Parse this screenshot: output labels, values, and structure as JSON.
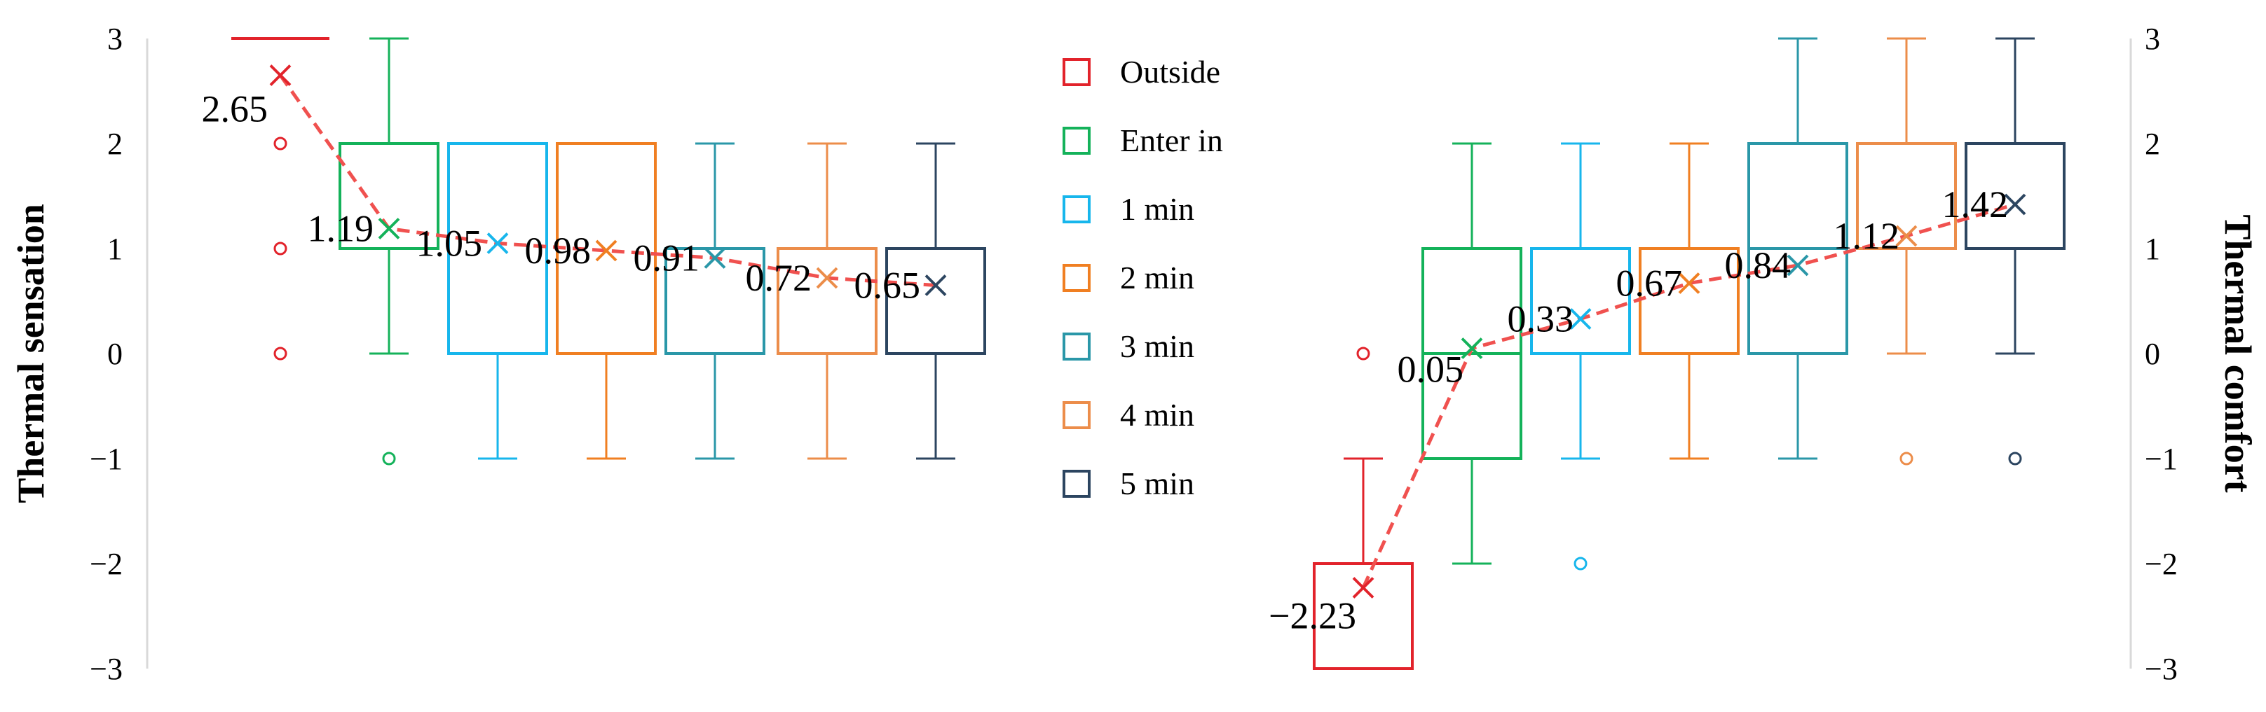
{
  "colors": {
    "Outside": "#e2232b",
    "Enter in": "#14b25a",
    "1 min": "#17b6ec",
    "2 min": "#f07f22",
    "3 min": "#2a97a8",
    "4 min": "#ec8d4a",
    "5 min": "#2c4560",
    "trend": "#f0514f",
    "axis": "#d9d9d9"
  },
  "legend": [
    "Outside",
    "Enter in",
    "1 min",
    "2 min",
    "3 min",
    "4 min",
    "5 min"
  ],
  "chart_data": [
    {
      "type": "box",
      "ylabel": "Thermal sensation",
      "ylim": [
        -3,
        3
      ],
      "y_ticks": [
        "3",
        "2",
        "1",
        "0",
        "−1",
        "−2",
        "−3"
      ],
      "series": [
        {
          "name": "Outside",
          "min": 3,
          "q1": 3,
          "median": 3,
          "q3": 3,
          "max": 3,
          "mean": 2.65,
          "mean_label": "2.65",
          "outliers": [
            2,
            1,
            0
          ]
        },
        {
          "name": "Enter in",
          "min": 0,
          "q1": 1,
          "median": 1,
          "q3": 2,
          "max": 3,
          "mean": 1.19,
          "mean_label": "1.19",
          "outliers": [
            -1
          ]
        },
        {
          "name": "1 min",
          "min": -1,
          "q1": 0,
          "median": 0,
          "q3": 2,
          "max": 2,
          "mean": 1.05,
          "mean_label": "1.05",
          "outliers": []
        },
        {
          "name": "2 min",
          "min": -1,
          "q1": 0,
          "median": 0,
          "q3": 2,
          "max": 2,
          "mean": 0.98,
          "mean_label": "0.98",
          "outliers": []
        },
        {
          "name": "3 min",
          "min": -1,
          "q1": 0,
          "median": 0,
          "q3": 1,
          "max": 2,
          "mean": 0.91,
          "mean_label": "0.91",
          "outliers": []
        },
        {
          "name": "4 min",
          "min": -1,
          "q1": 0,
          "median": 0,
          "q3": 1,
          "max": 2,
          "mean": 0.72,
          "mean_label": "0.72",
          "outliers": []
        },
        {
          "name": "5 min",
          "min": -1,
          "q1": 0,
          "median": 0,
          "q3": 1,
          "max": 2,
          "mean": 0.65,
          "mean_label": "0.65",
          "outliers": []
        }
      ]
    },
    {
      "type": "box",
      "ylabel": "Thermal comfort",
      "ylim": [
        -3,
        3
      ],
      "y_ticks": [
        "3",
        "2",
        "1",
        "0",
        "−1",
        "−2",
        "−3"
      ],
      "series": [
        {
          "name": "Outside",
          "min": -3,
          "q1": -3,
          "median": -3,
          "q3": -2,
          "max": -1,
          "mean": -2.23,
          "mean_label": "−2.23",
          "outliers": [
            0
          ]
        },
        {
          "name": "Enter in",
          "min": -2,
          "q1": -1,
          "median": 0,
          "q3": 1,
          "max": 2,
          "mean": 0.05,
          "mean_label": "0.05",
          "outliers": []
        },
        {
          "name": "1 min",
          "min": -1,
          "q1": 0,
          "median": 0,
          "q3": 1,
          "max": 2,
          "mean": 0.33,
          "mean_label": "0.33",
          "outliers": [
            -2
          ]
        },
        {
          "name": "2 min",
          "min": -1,
          "q1": 0,
          "median": 0,
          "q3": 1,
          "max": 2,
          "mean": 0.67,
          "mean_label": "0.67",
          "outliers": []
        },
        {
          "name": "3 min",
          "min": -1,
          "q1": 0,
          "median": 1,
          "q3": 2,
          "max": 3,
          "mean": 0.84,
          "mean_label": "0.84",
          "outliers": []
        },
        {
          "name": "4 min",
          "min": 0,
          "q1": 1,
          "median": 1,
          "q3": 2,
          "max": 3,
          "mean": 1.12,
          "mean_label": "1.12",
          "outliers": [
            -1
          ]
        },
        {
          "name": "5 min",
          "min": 0,
          "q1": 1,
          "median": 1,
          "q3": 2,
          "max": 3,
          "mean": 1.42,
          "mean_label": "1.42",
          "outliers": [
            -1
          ]
        }
      ]
    }
  ]
}
